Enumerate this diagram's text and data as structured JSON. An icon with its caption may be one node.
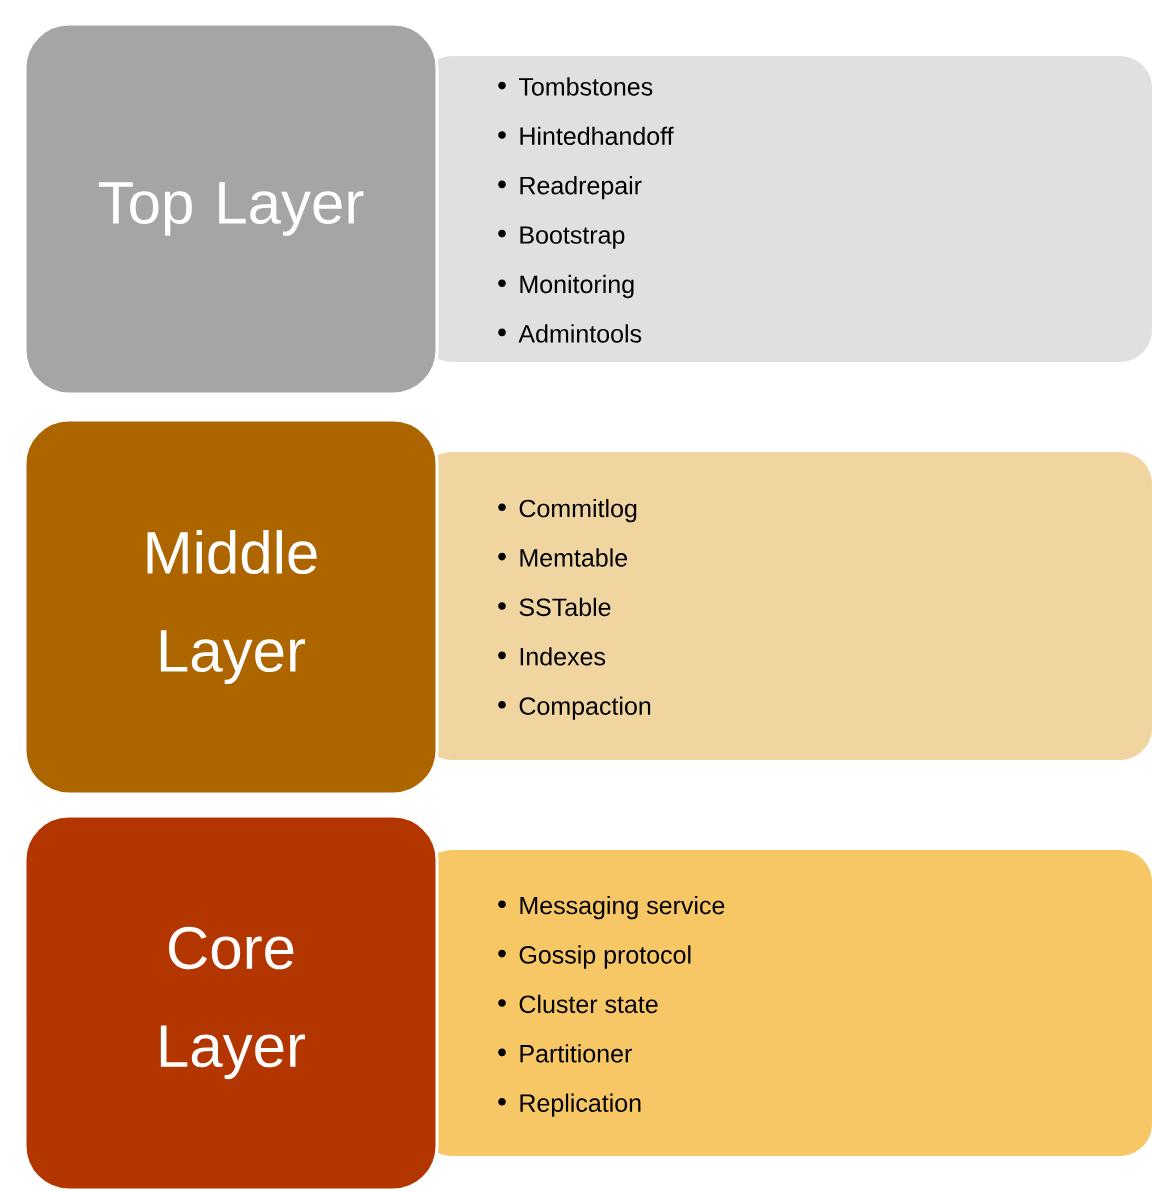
{
  "diagram": {
    "nodes": [
      {
        "text": [
          "Top Layer"
        ]
      },
      {
        "text": [
          "Tombstones",
          "Hintedhandoff",
          "Readrepair",
          "Bootstrap",
          "Monitoring",
          "Admintools"
        ]
      },
      {
        "text": [
          "Middle Layer"
        ]
      },
      {
        "text": [
          "Commitlog",
          "Memtable",
          "SSTable",
          "Indexes",
          "Compaction"
        ]
      },
      {
        "text": [
          "Core Layer"
        ]
      },
      {
        "text": [
          "Messaging service",
          "Gossip protocol",
          "Cluster state",
          "Partitioner",
          "Replication"
        ]
      }
    ]
  }
}
